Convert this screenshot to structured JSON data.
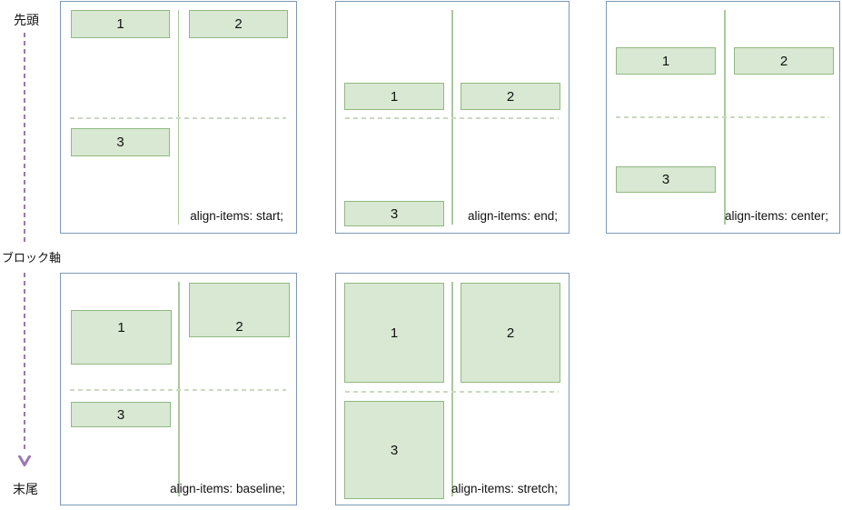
{
  "axis": {
    "start_label": "先頭",
    "axis_label": "ブロック軸",
    "end_label": "末尾"
  },
  "colors": {
    "panel_border": "#7c99b6",
    "item_fill": "#d8e8d2",
    "item_border": "#8fb981",
    "grid_line": "#a8c99b",
    "dash_line": "#cbd9c3",
    "axis_arrow": "#9b76b3",
    "text": "#111111"
  },
  "panels": [
    {
      "value": "start",
      "caption": "align-items: start;",
      "items": [
        "1",
        "2",
        "3"
      ]
    },
    {
      "value": "end",
      "caption": "align-items: end;",
      "items": [
        "1",
        "2",
        "3"
      ]
    },
    {
      "value": "center",
      "caption": "align-items: center;",
      "items": [
        "1",
        "2",
        "3"
      ]
    },
    {
      "value": "baseline",
      "caption": "align-items: baseline;",
      "items": [
        "1",
        "2",
        "3"
      ]
    },
    {
      "value": "stretch",
      "caption": "align-items: stretch;",
      "items": [
        "1",
        "2",
        "3"
      ]
    }
  ]
}
